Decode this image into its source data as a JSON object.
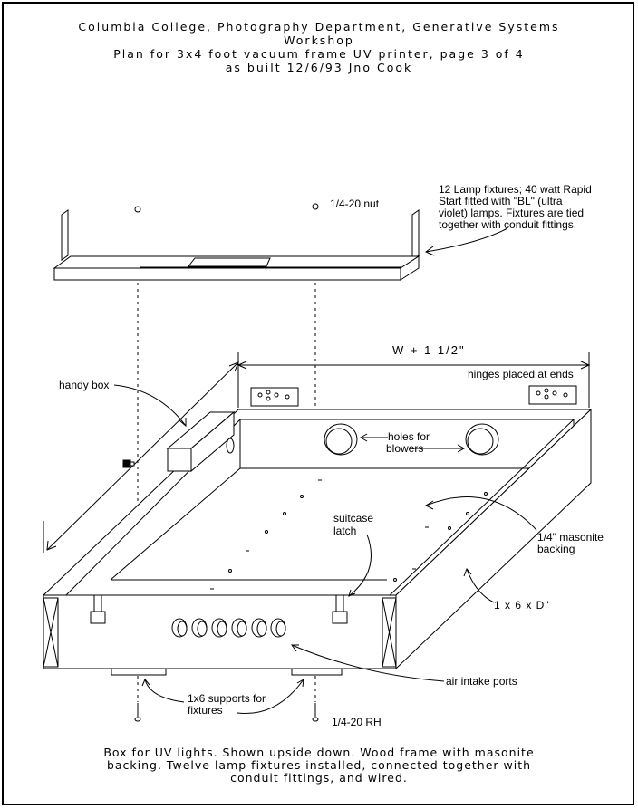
{
  "title": {
    "line1": "Columbia College, Photography Department, Generative Systems",
    "line2": "Workshop",
    "line3": "Plan for 3x4 foot vacuum frame UV printer,  page 3  of 4",
    "line4": "as built 12/6/93  Jno Cook"
  },
  "labels": {
    "lamp_fixtures_1": "12 Lamp fixtures; 40 watt  Rapid",
    "lamp_fixtures_2": "Start fitted with  \"BL\" (ultra",
    "lamp_fixtures_3": "violet) lamps.  Fixtures are tied",
    "lamp_fixtures_4": "together with conduit fittings.",
    "nut": "1/4-20 nut",
    "width": "W +  1  1/2\"",
    "hinges": "hinges placed at ends",
    "handy_box": "handy box",
    "holes_1": "holes for",
    "holes_2": "blowers",
    "suitcase_1": "suitcase",
    "suitcase_2": "latch",
    "masonite_1": "1/4\" masonite",
    "masonite_2": "backing",
    "lumber": "1 x 6 x D\"",
    "air_intake": "air intake ports",
    "supports_1": "1x6 supports for",
    "supports_2": "fixtures",
    "rh": "1/4-20 RH"
  },
  "caption": {
    "line1": "Box for UV lights.  Shown upside down.  Wood frame with masonite",
    "line2": "backing. Twelve lamp fixtures installed, connected together with",
    "line3": "conduit fittings, and wired."
  },
  "colors": {
    "ink": "#000000",
    "paper": "#ffffff"
  }
}
